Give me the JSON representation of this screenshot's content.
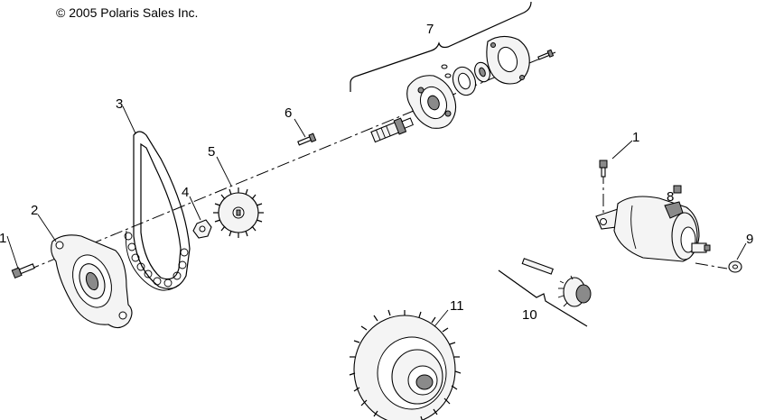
{
  "copyright": "© 2005 Polaris Sales Inc.",
  "callouts": [
    {
      "id": "1a",
      "number": "1"
    },
    {
      "id": "2",
      "number": "2"
    },
    {
      "id": "3",
      "number": "3"
    },
    {
      "id": "4",
      "number": "4"
    },
    {
      "id": "5",
      "number": "5"
    },
    {
      "id": "6",
      "number": "6"
    },
    {
      "id": "7",
      "number": "7"
    },
    {
      "id": "1b",
      "number": "1"
    },
    {
      "id": "8",
      "number": "8"
    },
    {
      "id": "9",
      "number": "9"
    },
    {
      "id": "10",
      "number": "10"
    },
    {
      "id": "11",
      "number": "11"
    }
  ]
}
